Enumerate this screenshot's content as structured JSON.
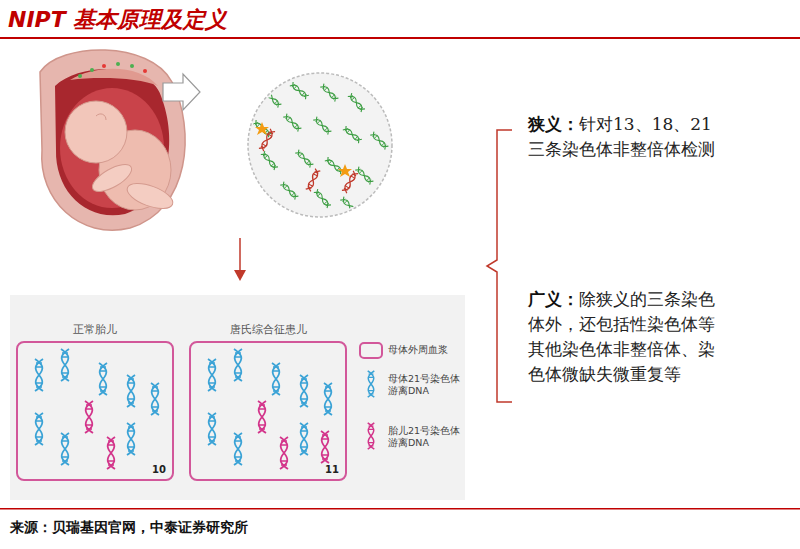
{
  "diagram": {
    "title": "NIPT 基本原理及定义",
    "caption": "来源：贝瑞基因官网，中泰证券研究所",
    "nodes": [
      {
        "text": [
          "正常胎儿",
          "10"
        ]
      },
      {
        "text": [
          "唐氏综合征患儿",
          "11"
        ]
      }
    ],
    "labels": [
      "狭义：针对13、18、21三条染色体非整倍体检测",
      "广义：除狭义的三条染色体外，还包括性染色体等其他染色体非整倍体、染色体微缺失微重复等"
    ],
    "legend": [
      {
        "text": "母体外周血浆"
      },
      {
        "text": "母体21号染色体游离DNA"
      },
      {
        "text": "胎儿21号染色体游离DNA"
      }
    ]
  }
}
